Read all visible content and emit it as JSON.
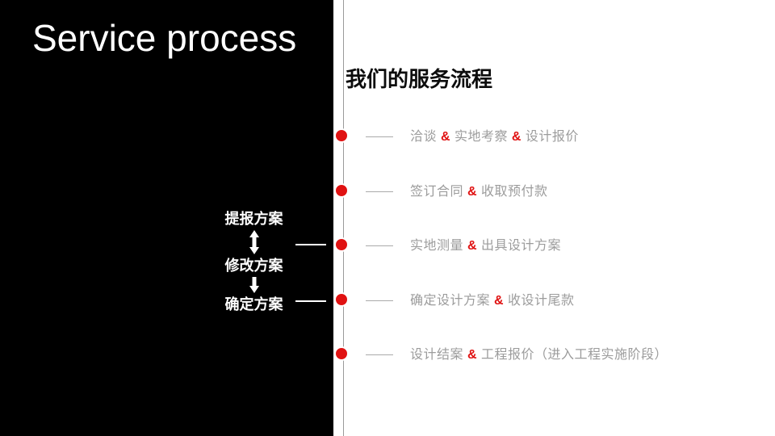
{
  "slide": {
    "title_en": "Service process",
    "heading_cn": "我们的服务流程"
  },
  "timeline": {
    "items": [
      {
        "text": "洽谈 & 实地考察 & 设计报价"
      },
      {
        "text": "签订合同 & 收取预付款"
      },
      {
        "text": "实地测量 & 出具设计方案"
      },
      {
        "text": "确定设计方案 & 收设计尾款"
      },
      {
        "text": "设计结案 & 工程报价（进入工程实施阶段）"
      }
    ]
  },
  "side_flow": {
    "labels": [
      "提报方案",
      "修改方案",
      "确定方案"
    ],
    "arrow_between_1_2": "double-vertical-arrow",
    "arrow_between_2_3": "down-arrow"
  },
  "colors": {
    "accent_red": "#e01212",
    "panel_black": "#000000",
    "item_text_gray": "#9c9c9c",
    "line_gray": "#9a9a9a",
    "white": "#ffffff"
  }
}
